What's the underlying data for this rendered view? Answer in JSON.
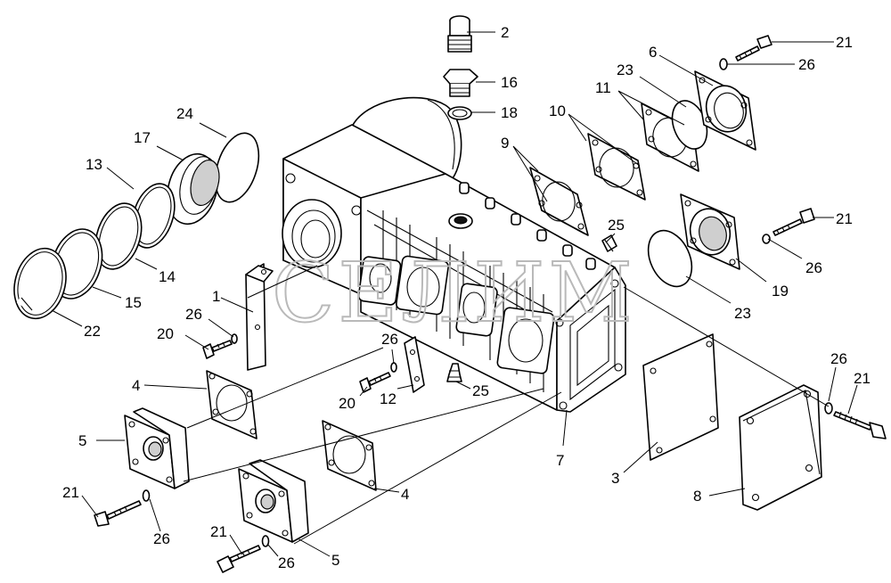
{
  "watermark": "СЕЛИМ",
  "callouts": [
    {
      "id": "c2",
      "text": "2"
    },
    {
      "id": "c16",
      "text": "16"
    },
    {
      "id": "c18",
      "text": "18"
    },
    {
      "id": "c6",
      "text": "6"
    },
    {
      "id": "c21a",
      "text": "21"
    },
    {
      "id": "c26a",
      "text": "26"
    },
    {
      "id": "c23a",
      "text": "23"
    },
    {
      "id": "c11",
      "text": "11"
    },
    {
      "id": "c10",
      "text": "10"
    },
    {
      "id": "c9",
      "text": "9"
    },
    {
      "id": "c24",
      "text": "24"
    },
    {
      "id": "c17",
      "text": "17"
    },
    {
      "id": "c13",
      "text": "13"
    },
    {
      "id": "c25a",
      "text": "25"
    },
    {
      "id": "c21b",
      "text": "21"
    },
    {
      "id": "c26b",
      "text": "26"
    },
    {
      "id": "c19",
      "text": "19"
    },
    {
      "id": "c23b",
      "text": "23"
    },
    {
      "id": "c14",
      "text": "14"
    },
    {
      "id": "c15",
      "text": "15"
    },
    {
      "id": "c22",
      "text": "22"
    },
    {
      "id": "c1",
      "text": "1"
    },
    {
      "id": "c26c",
      "text": "26"
    },
    {
      "id": "c20a",
      "text": "20"
    },
    {
      "id": "c26d",
      "text": "26"
    },
    {
      "id": "c25b",
      "text": "25"
    },
    {
      "id": "c12",
      "text": "12"
    },
    {
      "id": "c20b",
      "text": "20"
    },
    {
      "id": "c4a",
      "text": "4"
    },
    {
      "id": "c5a",
      "text": "5"
    },
    {
      "id": "c7",
      "text": "7"
    },
    {
      "id": "c3",
      "text": "3"
    },
    {
      "id": "c26e",
      "text": "26"
    },
    {
      "id": "c21c",
      "text": "21"
    },
    {
      "id": "c8",
      "text": "8"
    },
    {
      "id": "c4b",
      "text": "4"
    },
    {
      "id": "c21d",
      "text": "21"
    },
    {
      "id": "c26f",
      "text": "26"
    },
    {
      "id": "c21e",
      "text": "21"
    },
    {
      "id": "c26g",
      "text": "26"
    },
    {
      "id": "c5b",
      "text": "5"
    }
  ]
}
